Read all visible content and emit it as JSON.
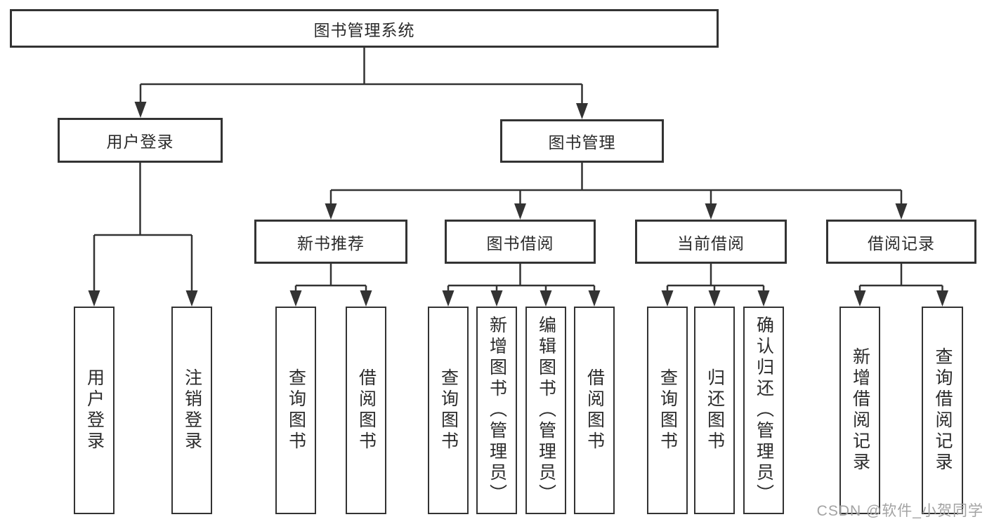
{
  "diagram": {
    "tree": {
      "root": {
        "label": "图书管理系统"
      },
      "branches": [
        {
          "label": "用户登录",
          "leaves": [
            {
              "label": "用户登录"
            },
            {
              "label": "注销登录"
            }
          ]
        },
        {
          "label": "图书管理",
          "groups": [
            {
              "label": "新书推荐",
              "leaves": [
                {
                  "label": "查询图书"
                },
                {
                  "label": "借阅图书"
                }
              ]
            },
            {
              "label": "图书借阅",
              "leaves": [
                {
                  "label": "查询图书"
                },
                {
                  "label": "新增图书（管理员）"
                },
                {
                  "label": "编辑图书（管理员）"
                },
                {
                  "label": "借阅图书"
                }
              ]
            },
            {
              "label": "当前借阅",
              "leaves": [
                {
                  "label": "查询图书"
                },
                {
                  "label": "归还图书"
                },
                {
                  "label": "确认归还（管理员）"
                }
              ]
            },
            {
              "label": "借阅记录",
              "leaves": [
                {
                  "label": "新增借阅记录"
                },
                {
                  "label": "查询借阅记录"
                }
              ]
            }
          ]
        }
      ]
    },
    "colors": {
      "line": "#333333",
      "text": "#2b2b2b",
      "box_background": "#ffffff",
      "watermark": "#a3a3a3"
    },
    "watermark": "CSDN @软件_小贺同学"
  }
}
